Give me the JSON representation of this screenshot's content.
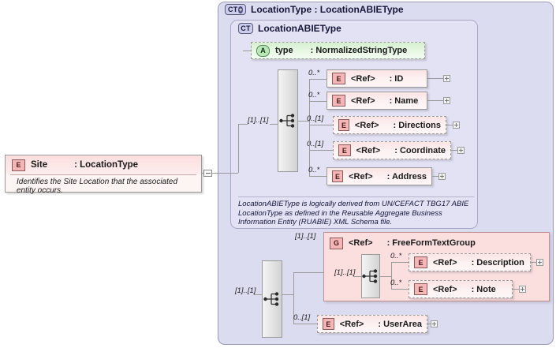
{
  "diagram": {
    "type": "xsd-schema-diagram",
    "title": "LocationType : LocationABIEType"
  },
  "site_element": {
    "icon": "element-icon",
    "icon_label": "E",
    "name": "Site",
    "type": ": LocationType",
    "documentation": "Identifies the Site Location that the associated entity occurs.",
    "toggle": "minus-box"
  },
  "outer_panel": {
    "badge": "CT",
    "badge_plus": "+",
    "label": "LocationType : LocationABIEType"
  },
  "inner_panel": {
    "badge": "CT",
    "label": "LocationABIEType",
    "documentation": "LocationABIEType is logically derived from UN/CEFACT TBG17 ABIE LocationType as defined in the Reusable Aggregate Business Information Entity (RUABIE) XML Schema file."
  },
  "attribute": {
    "icon_label": "A",
    "name": "type",
    "type": ": NormalizedStringType"
  },
  "compositors": {
    "main": "[1]..[1]",
    "group_outer": "[1]..[1]",
    "group_inner": "[1]..[1]"
  },
  "elements": [
    {
      "icon_label": "E",
      "name": "<Ref>",
      "type": ": ID",
      "cardinality": "0..*",
      "optional": false
    },
    {
      "icon_label": "E",
      "name": "<Ref>",
      "type": ": Name",
      "cardinality": "0..*",
      "optional": false
    },
    {
      "icon_label": "E",
      "name": "<Ref>",
      "type": ": Directions",
      "cardinality": "0..[1]",
      "optional": true
    },
    {
      "icon_label": "E",
      "name": "<Ref>",
      "type": ": Coordinate",
      "cardinality": "0..[1]",
      "optional": true
    },
    {
      "icon_label": "E",
      "name": "<Ref>",
      "type": ": Address",
      "cardinality": "0..*",
      "optional": false
    }
  ],
  "group": {
    "icon_label": "G",
    "name": "<Ref>",
    "type": ": FreeFormTextGroup",
    "cardinality": "[1]..[1]",
    "children": [
      {
        "icon_label": "E",
        "name": "<Ref>",
        "type": ": Description",
        "cardinality": "0..*"
      },
      {
        "icon_label": "E",
        "name": "<Ref>",
        "type": ": Note",
        "cardinality": "0..*"
      }
    ]
  },
  "user_area": {
    "icon_label": "E",
    "name": "<Ref>",
    "type": ": UserArea",
    "cardinality": "0..[1]"
  },
  "colors": {
    "element_fill": "#fbe4e4",
    "attribute_fill": "#d6f0cf",
    "outer_panel": "#dcdcf0",
    "inner_panel": "#e2e2f4",
    "group_panel": "#fbdede",
    "line": "#9a9a9a"
  }
}
